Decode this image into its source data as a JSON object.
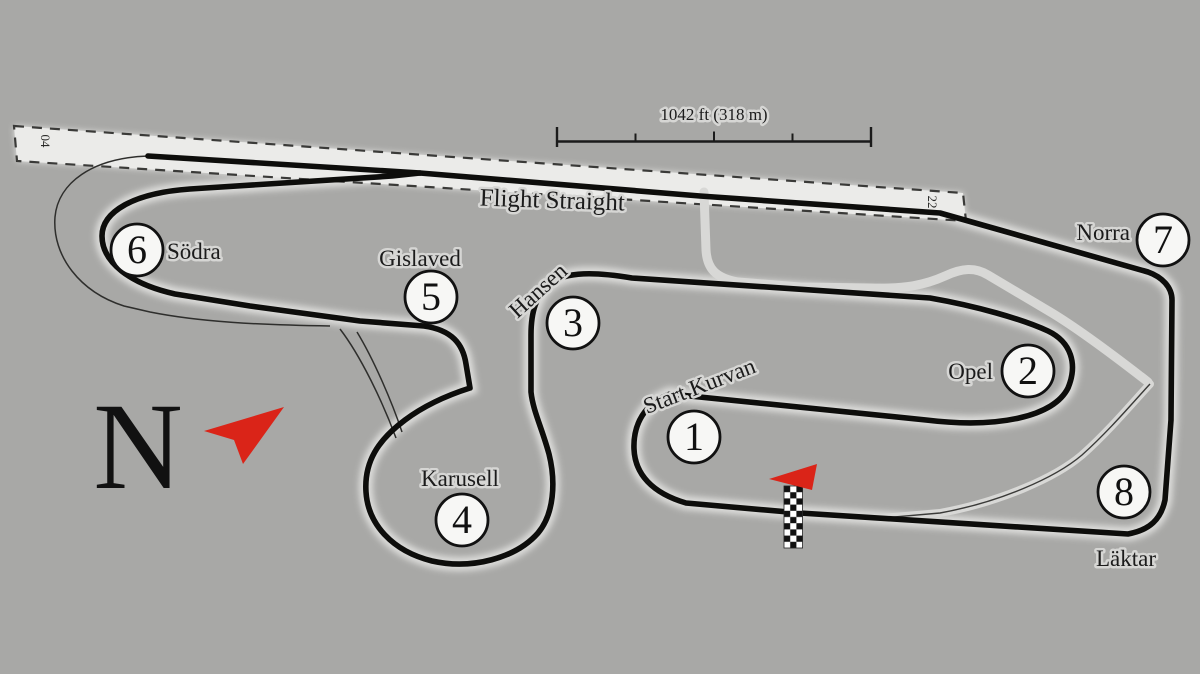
{
  "colors": {
    "background": "#a8a8a6",
    "track": "#0d0d0b",
    "runway_fill": "#ebebe9",
    "runway_dash": "#3a3a38",
    "light_road": "#d8d8d6",
    "halo": "#e0e0de",
    "circle_fill": "#f7f7f5",
    "ink": "#1b1b1b",
    "accent_red": "#da2418"
  },
  "scale_bar": {
    "label": "1042 ft (318 m)"
  },
  "north_indicator": {
    "letter": "N"
  },
  "runway": {
    "designator_left": "04",
    "designator_right": "22"
  },
  "straight": {
    "label": "Flight Straight"
  },
  "corners": [
    {
      "num": "1",
      "label": "Start Kurvan"
    },
    {
      "num": "2",
      "label": "Opel"
    },
    {
      "num": "3",
      "label": "Hansen"
    },
    {
      "num": "4",
      "label": "Karusell"
    },
    {
      "num": "5",
      "label": "Gislaved"
    },
    {
      "num": "6",
      "label": "Södra"
    },
    {
      "num": "7",
      "label": "Norra"
    },
    {
      "num": "8",
      "label": "Läktar"
    }
  ]
}
